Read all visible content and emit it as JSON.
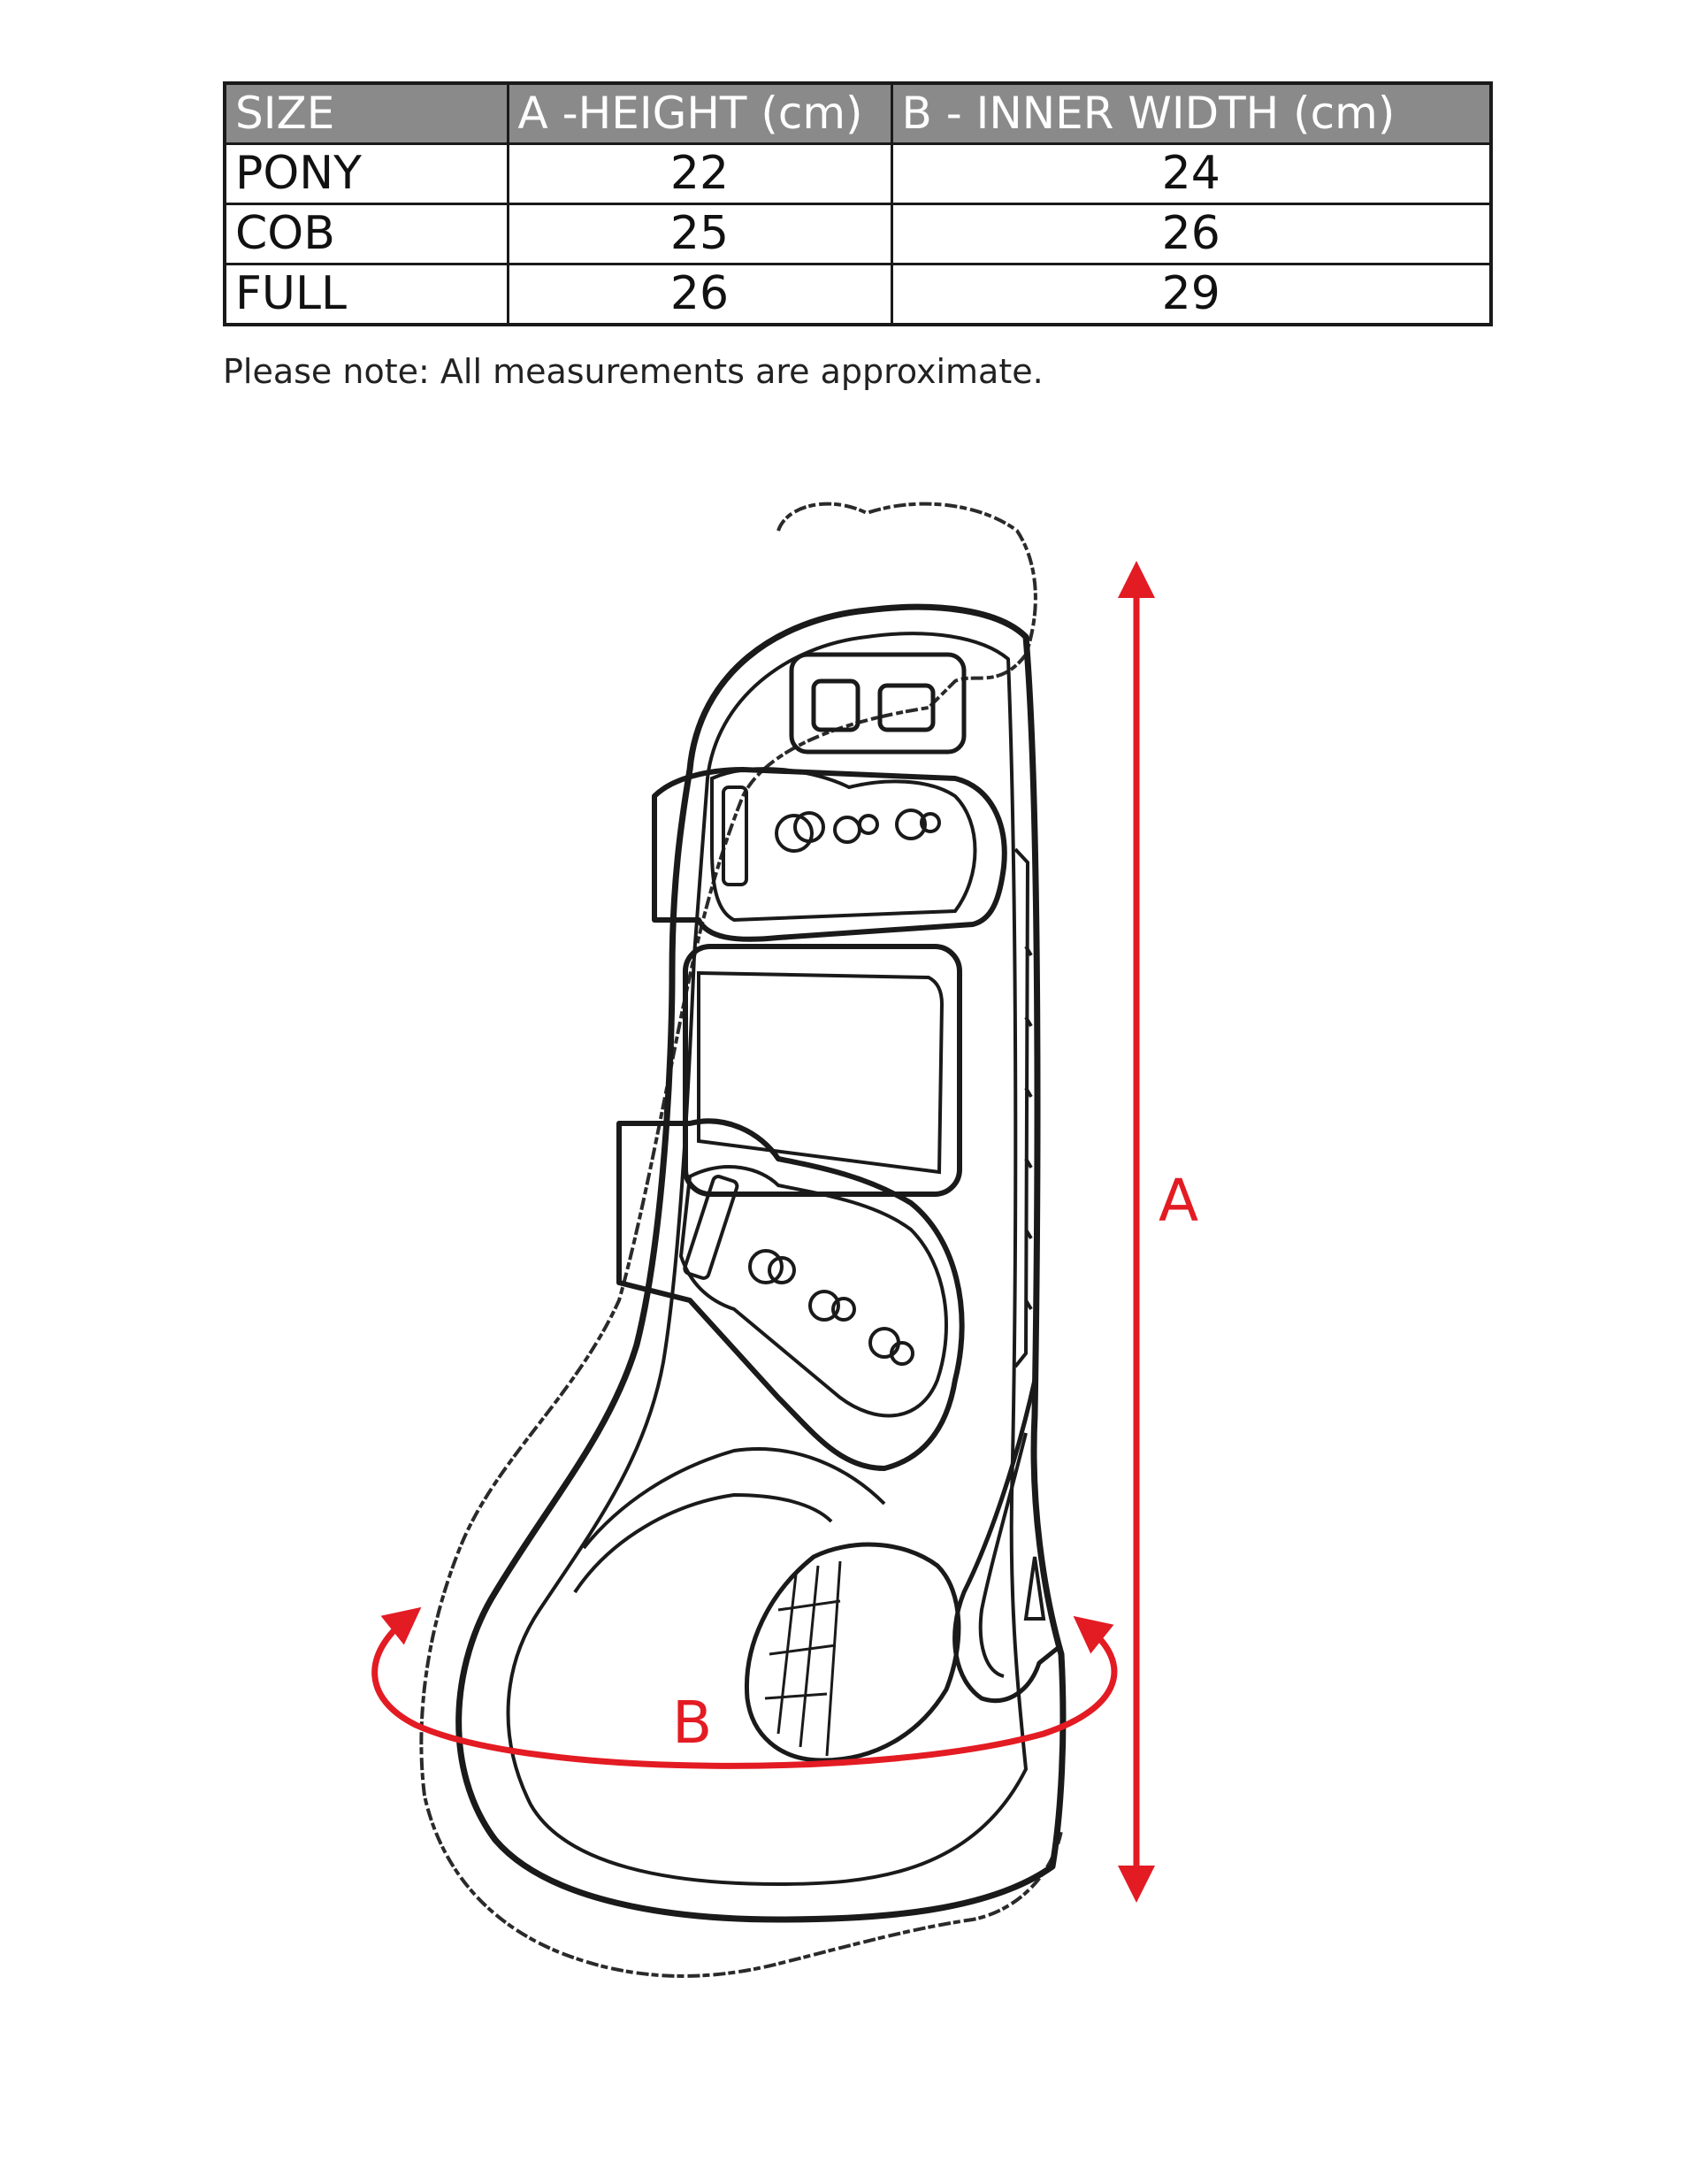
{
  "size_table": {
    "headers": [
      "SIZE",
      "A -HEIGHT (cm)",
      "B - INNER WIDTH (cm)"
    ],
    "rows": [
      {
        "size": "PONY",
        "height": "22",
        "width": "24"
      },
      {
        "size": "COB",
        "height": "25",
        "width": "26"
      },
      {
        "size": "FULL",
        "height": "26",
        "width": "29"
      }
    ],
    "note": "Please note: All measurements are approximate."
  },
  "diagram": {
    "label_a": "A",
    "label_b": "B",
    "dimension_color": "#e31b23",
    "header_bg": "#8a8a8a"
  }
}
